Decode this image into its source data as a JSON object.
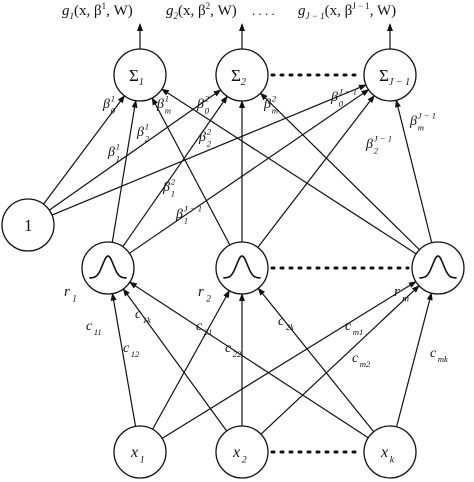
{
  "diagram": {
    "outputs": [
      {
        "g": "g",
        "gi": "1",
        "args": "(x, β",
        "sup": "1",
        "tail": ", W)"
      },
      {
        "g": "g",
        "gi": "2",
        "args": "(x, β",
        "sup": "2",
        "tail": ", W)"
      },
      {
        "ellipsis": ". . . ."
      },
      {
        "g": "g",
        "gi": "J − 1",
        "args": "(x, β",
        "sup": "J − 1",
        "tail": ", W)"
      }
    ],
    "sum_nodes": [
      {
        "symbol": "Σ",
        "sub": "1"
      },
      {
        "symbol": "Σ",
        "sub": "2"
      },
      {
        "symbol": "Σ",
        "sub": "J − 1"
      }
    ],
    "bias_node": {
      "label": "1"
    },
    "hidden_nodes": [
      {
        "label": "r",
        "sub": "1"
      },
      {
        "label": "r",
        "sub": "2"
      },
      {
        "label": "r",
        "sub": "m"
      }
    ],
    "input_nodes": [
      {
        "label": "x",
        "sub": "1"
      },
      {
        "label": "x",
        "sub": "2"
      },
      {
        "label": "x",
        "sub": "k"
      }
    ],
    "beta_labels": [
      {
        "b": "β",
        "sub": "0",
        "sup": "1"
      },
      {
        "b": "β",
        "sub": "m",
        "sup": "1"
      },
      {
        "b": "β",
        "sub": "1",
        "sup": "1"
      },
      {
        "b": "β",
        "sub": "2",
        "sup": "1"
      },
      {
        "b": "β",
        "sub": "0",
        "sup": "2"
      },
      {
        "b": "β",
        "sub": "m",
        "sup": "2"
      },
      {
        "b": "β",
        "sub": "2",
        "sup": "2"
      },
      {
        "b": "β",
        "sub": "1",
        "sup": "2"
      },
      {
        "b": "β",
        "sub": "1",
        "sup": "J − 1"
      },
      {
        "b": "β",
        "sub": "0",
        "sup": "J − 1"
      },
      {
        "b": "β",
        "sub": "m",
        "sup": "J − 1"
      },
      {
        "b": "β",
        "sub": "2",
        "sup": "J − 1"
      }
    ],
    "c_labels": [
      {
        "c": "c",
        "sub": "11"
      },
      {
        "c": "c",
        "sub": "1k"
      },
      {
        "c": "c",
        "sub": "12"
      },
      {
        "c": "c",
        "sub": "21"
      },
      {
        "c": "c",
        "sub": "2k"
      },
      {
        "c": "c",
        "sub": "22"
      },
      {
        "c": "c",
        "sub": "m1"
      },
      {
        "c": "c",
        "sub": "m2"
      },
      {
        "c": "c",
        "sub": "mk"
      }
    ]
  }
}
